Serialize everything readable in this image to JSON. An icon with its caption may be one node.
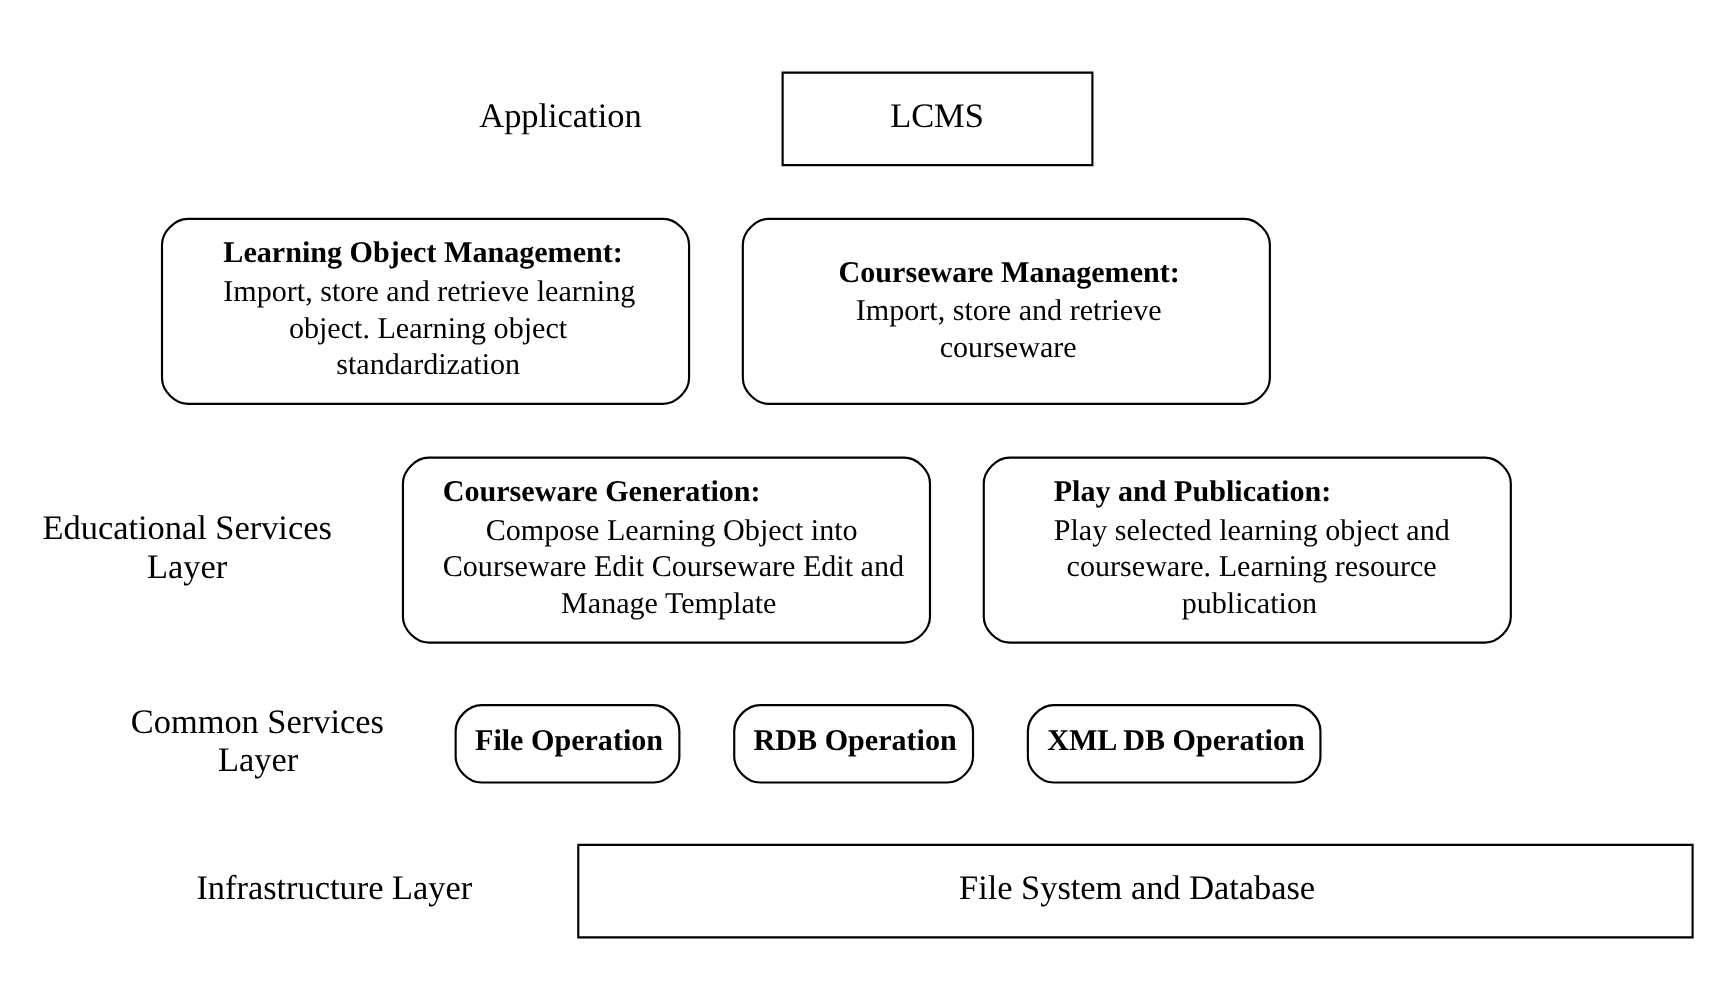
{
  "diagram": {
    "nodes": [
      {
        "text": [
          "LCMS"
        ]
      },
      {
        "text": [
          "Learning Object Management:",
          "Import, store and retrieve learning object. Learning object standardization"
        ]
      },
      {
        "text": [
          "Courseware Management:",
          "Import, store and retrieve courseware"
        ]
      },
      {
        "text": [
          "Courseware Generation:",
          "Compose Learning Object into Courseware Edit Courseware Edit and Manage Template"
        ]
      },
      {
        "text": [
          "Play and Publication:",
          "Play selected learning object and courseware. Learning resource publication"
        ]
      },
      {
        "text": [
          "File Operation"
        ]
      },
      {
        "text": [
          "RDB Operation"
        ]
      },
      {
        "text": [
          "XML DB Operation"
        ]
      },
      {
        "text": [
          "File System and Database"
        ]
      }
    ],
    "edges": [],
    "labels": [
      "Application",
      "Educational Services Layer",
      "Common Services Layer",
      "Infrastructure Layer"
    ]
  }
}
